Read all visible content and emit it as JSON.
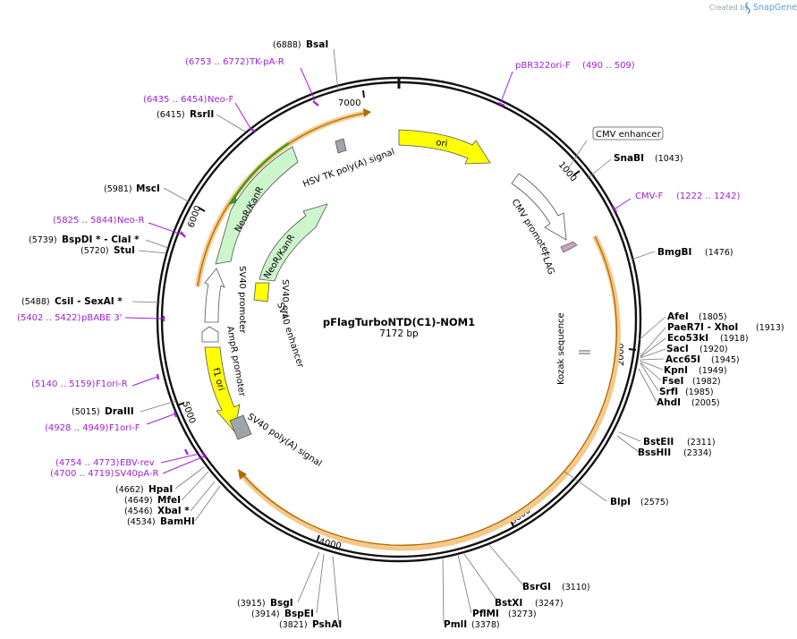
{
  "credit": {
    "prefix": "Created by",
    "brand": "SnapGene"
  },
  "plasmid": {
    "name": "pFlagTurboNTD(C1)-NOM1",
    "length_label": "7172 bp"
  },
  "ticks": [
    "1000",
    "2000",
    "3000",
    "4000",
    "5000",
    "6000",
    "7000"
  ],
  "sites": [
    {
      "name": "BsaI",
      "pos": "(6888)"
    },
    {
      "name": "RsrII",
      "pos": "(6415)"
    },
    {
      "name": "MscI",
      "pos": "(5981)"
    },
    {
      "name": "BspDI * - ClaI *",
      "pos": "(5739)"
    },
    {
      "name": "StuI",
      "pos": "(5720)"
    },
    {
      "name": "CsiI  - SexAI *",
      "pos": "(5488)"
    },
    {
      "name": "DraIII",
      "pos": "(5015)"
    },
    {
      "name": "HpaI",
      "pos": "(4662)"
    },
    {
      "name": "MfeI",
      "pos": "(4649)"
    },
    {
      "name": "XbaI *",
      "pos": "(4546)"
    },
    {
      "name": "BamHI",
      "pos": "(4534)"
    },
    {
      "name": "BsgI",
      "pos": "(3915)"
    },
    {
      "name": "BspEI",
      "pos": "(3914)"
    },
    {
      "name": "PshAI",
      "pos": "(3821)"
    },
    {
      "name": "PmlI",
      "pos": "(3378)"
    },
    {
      "name": "PflMI",
      "pos": "(3273)"
    },
    {
      "name": "BstXI",
      "pos": "(3247)"
    },
    {
      "name": "BsrGI",
      "pos": "(3110)"
    },
    {
      "name": "BlpI",
      "pos": "(2575)"
    },
    {
      "name": "BssHII",
      "pos": "(2334)"
    },
    {
      "name": "BstEII",
      "pos": "(2311)"
    },
    {
      "name": "AhdI",
      "pos": "(2005)"
    },
    {
      "name": "SrfI",
      "pos": "(1985)"
    },
    {
      "name": "FseI",
      "pos": "(1982)"
    },
    {
      "name": "KpnI",
      "pos": "(1949)"
    },
    {
      "name": "Acc65I",
      "pos": "(1945)"
    },
    {
      "name": "SacI",
      "pos": "(1920)"
    },
    {
      "name": "Eco53kI",
      "pos": "(1918)"
    },
    {
      "name": "PaeR7I  - XhoI",
      "pos": "(1913)"
    },
    {
      "name": "AfeI",
      "pos": "(1805)"
    },
    {
      "name": "BmgBI",
      "pos": "(1476)"
    },
    {
      "name": "SnaBI",
      "pos": "(1043)"
    }
  ],
  "primers": [
    {
      "range": "(6753 .. 6772)",
      "name": "TK-pA-R"
    },
    {
      "range": "(6435 .. 6454)",
      "name": "Neo-F"
    },
    {
      "range": "(5825 .. 5844)",
      "name": "Neo-R"
    },
    {
      "range": "(5402 .. 5422)",
      "name": "pBABE 3'"
    },
    {
      "range": "(5140 .. 5159)",
      "name": "F1ori-R"
    },
    {
      "range": "(4928 .. 4949)",
      "name": "F1ori-F"
    },
    {
      "range": "(4754 .. 4773)",
      "name": "EBV-rev"
    },
    {
      "range": "(4700 .. 4719)",
      "name": "SV40pA-R"
    },
    {
      "name": "pBR322ori-F",
      "range": "(490 .. 509)"
    },
    {
      "name": "CMV-F",
      "range": "(1222 .. 1242)"
    }
  ],
  "features": {
    "cmv_enhancer": "CMV enhancer",
    "ori": "ori",
    "cmv_promoter": "CMV promoter",
    "flag": "FLAG",
    "kozak": "Kozak sequence",
    "hsv_tk": "HSV TK poly(A) signal",
    "neo_outer": "NeoR/KanR",
    "neo_inner": "NeoR/KanR",
    "sv40_ori": "SV40 ori",
    "sv40_enh": "SV40 enhancer",
    "sv40_prom": "SV40 promoter",
    "ampr_prom": "AmpR promoter",
    "f1_ori": "f1 ori",
    "sv40_polya": "SV40 poly(A) signal"
  },
  "colors": {
    "backbone": "#111111",
    "primer": "#a020d8",
    "ori_fill": "#ffff00",
    "neo_fill": "#ccf5cc",
    "neo_dark": "#3a9a1a",
    "orf_highlight": "#f5c98a",
    "orf_line": "#b06a00",
    "gray_box": "#9ea4ac",
    "flag_fill": "#c9a3c0"
  }
}
